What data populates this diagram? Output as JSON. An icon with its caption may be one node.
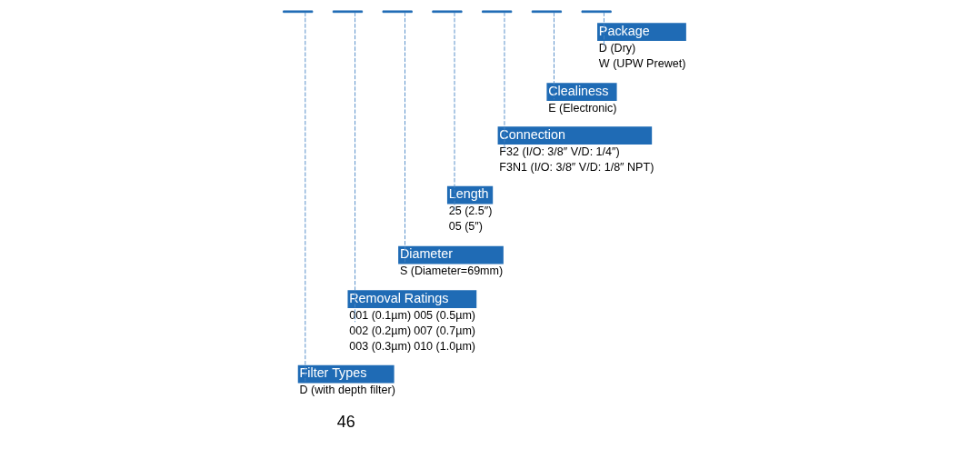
{
  "diagram": {
    "nodes": [
      {
        "text": [],
        "shape": "bar"
      },
      {
        "text": [],
        "shape": "bar"
      },
      {
        "text": [],
        "shape": "bar"
      },
      {
        "text": [],
        "shape": "bar"
      },
      {
        "text": [],
        "shape": "bar"
      },
      {
        "text": [],
        "shape": "bar"
      },
      {
        "text": [],
        "shape": "bar"
      },
      {
        "text": [
          "Filter Types",
          "D (with depth filter)"
        ]
      },
      {
        "text": [
          "Removal Ratings",
          "001 (0.1µm)",
          "005 (0.5µm)",
          "002 (0.2µm)",
          "007 (0.7µm)",
          "003 (0.3µm)",
          "010 (1.0µm)"
        ]
      },
      {
        "text": [
          "Diameter",
          "S (Diameter=69mm)"
        ]
      },
      {
        "text": [
          "Length",
          "25 (2.5″)",
          "05 (5″)"
        ]
      },
      {
        "text": [
          "Connection",
          "F32 (I/O: 3/8″ V/D: 1/4″)",
          "F3N1 (I/O: 3/8″ V/D: 1/8″ NPT)"
        ]
      },
      {
        "text": [
          "Clealiness",
          "E (Electronic)"
        ]
      },
      {
        "text": [
          "Package",
          "D (Dry)",
          "W (UPW Prewet)"
        ]
      }
    ],
    "edges": [
      {
        "from": 0,
        "to": 7,
        "arrow": "none",
        "style": "dashed"
      },
      {
        "from": 1,
        "to": 8,
        "arrow": "none",
        "style": "dashed"
      },
      {
        "from": 2,
        "to": 9,
        "arrow": "none",
        "style": "dashed"
      },
      {
        "from": 3,
        "to": 10,
        "arrow": "none",
        "style": "dashed"
      },
      {
        "from": 4,
        "to": 11,
        "arrow": "none",
        "style": "dashed"
      },
      {
        "from": 5,
        "to": 12,
        "arrow": "none",
        "style": "dashed"
      },
      {
        "from": 6,
        "to": 13,
        "arrow": "none",
        "style": "dashed"
      }
    ],
    "labels": [
      "46"
    ]
  }
}
